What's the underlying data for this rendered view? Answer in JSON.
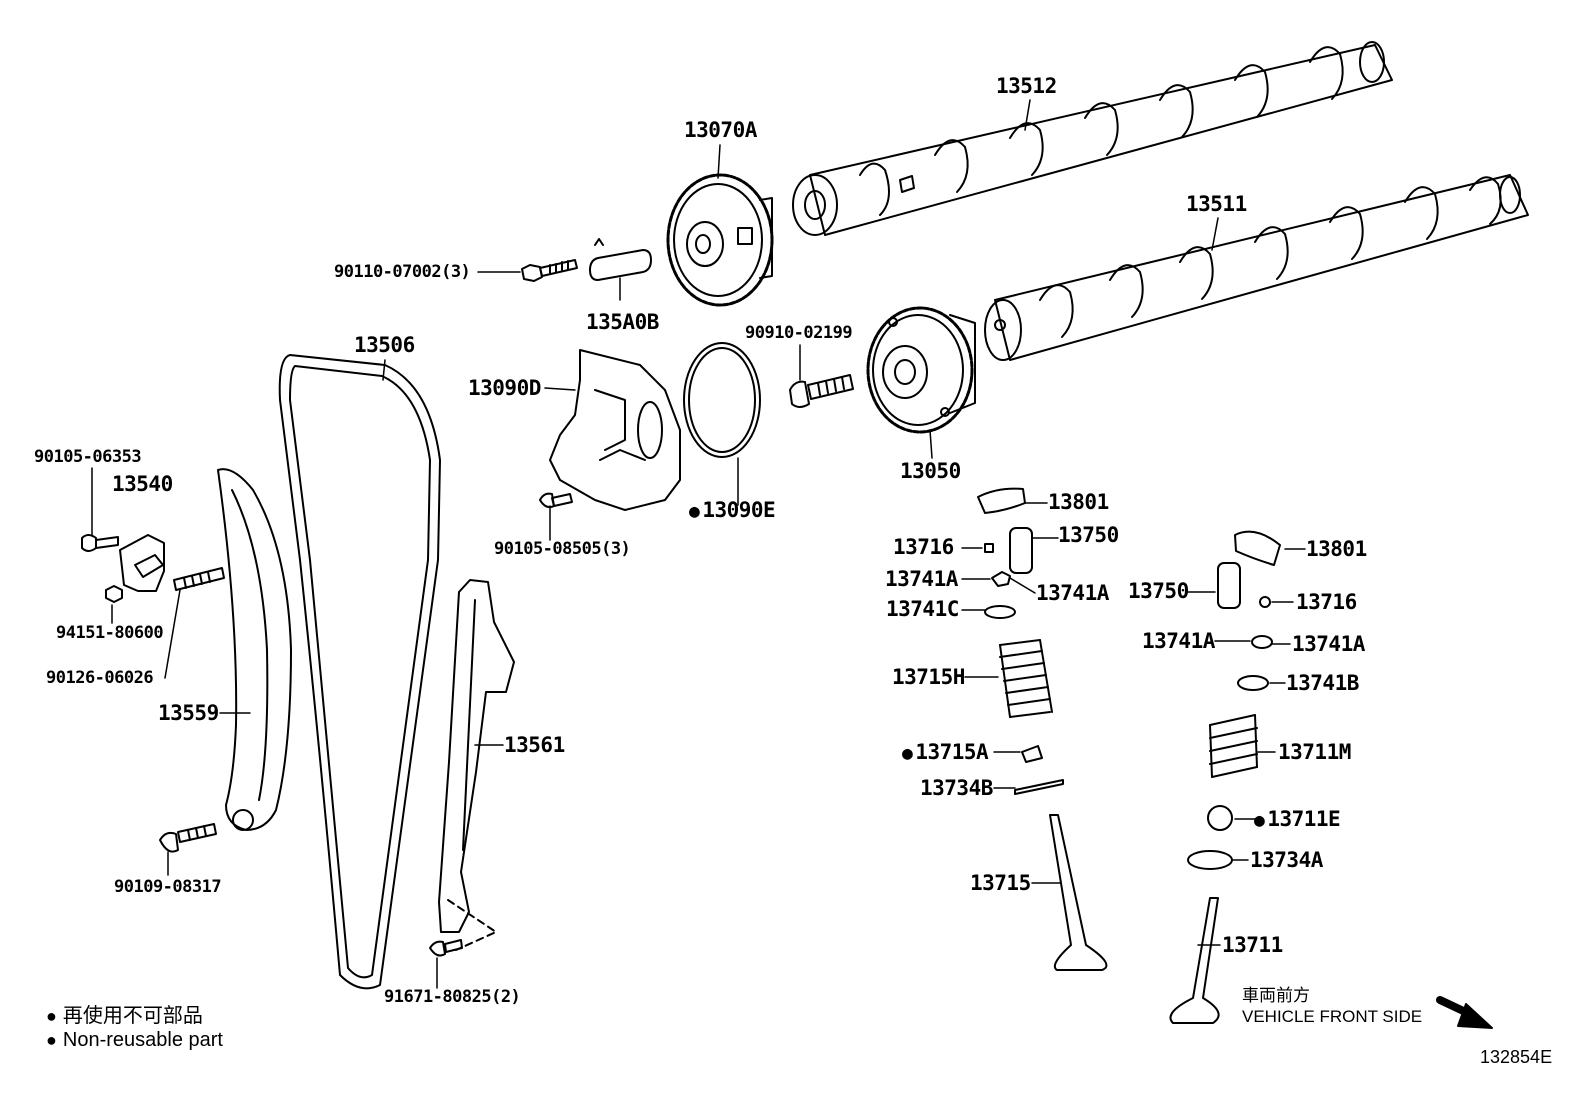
{
  "parts": {
    "p13512": "13512",
    "p13070A": "13070A",
    "p13511": "13511",
    "p90110": "90110-07002(3)",
    "p135A0B": "135A0B",
    "p90910": "90910-02199",
    "p13506": "13506",
    "p13090D": "13090D",
    "p13050": "13050",
    "p90105a": "90105-06353",
    "p13540": "13540",
    "p13801a": "13801",
    "p90105b": "90105-08505(3)",
    "p13090E": "13090E",
    "p13716a": "13716",
    "p13750a": "13750",
    "p13801b": "13801",
    "p13741Aa": "13741A",
    "p13741Ab": "13741A",
    "p13741C": "13741C",
    "p13750b": "13750",
    "p13716b": "13716",
    "p94151": "94151-80600",
    "p13741Ac": "13741A",
    "p13741Ad": "13741A",
    "p90126": "90126-06026",
    "p13715H": "13715H",
    "p13741B": "13741B",
    "p13559": "13559",
    "p13561": "13561",
    "p13715A": "13715A",
    "p13711M": "13711M",
    "p13734B": "13734B",
    "p90109": "90109-08317",
    "p13711E": "13711E",
    "p13734A": "13734A",
    "p13715": "13715",
    "p13711": "13711",
    "p91671": "91671-80825(2)"
  },
  "legend": {
    "jp": "再使用不可部品",
    "en": "Non-reusable part",
    "bullet": "●"
  },
  "direction": {
    "jp": "車両前方",
    "en": "VEHICLE FRONT SIDE"
  },
  "diagram_id": "132854E"
}
